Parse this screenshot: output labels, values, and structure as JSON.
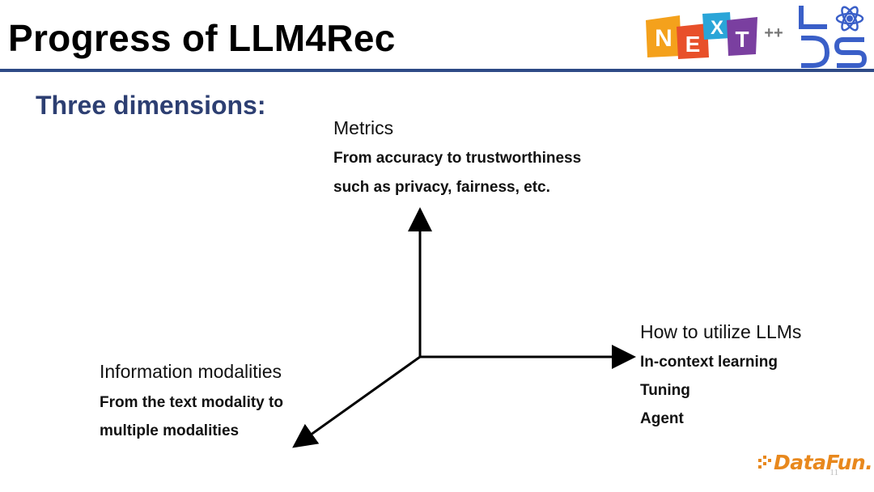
{
  "slide": {
    "title": "Progress of LLM4Rec",
    "subtitle": "Three dimensions:",
    "page_number": "11"
  },
  "logos": {
    "next_letters": [
      "N",
      "E",
      "X",
      "T"
    ],
    "next_suffix": "++",
    "lds_letters": "LDS",
    "datafun": "DataFun."
  },
  "diagram": {
    "up_axis": {
      "title": "Metrics",
      "lines": [
        "From accuracy to trustworthiness",
        "such as privacy, fairness, etc."
      ]
    },
    "right_axis": {
      "title": "How to utilize LLMs",
      "lines": [
        "In-context learning",
        "Tuning",
        "Agent"
      ]
    },
    "diag_axis": {
      "title": "Information modalities",
      "lines": [
        "From the text modality to",
        "multiple modalities"
      ]
    }
  },
  "colors": {
    "title_rule": "#2e4a86",
    "subtitle": "#2d3f72",
    "next_n": "#f4a11c",
    "next_e": "#e8502a",
    "next_x": "#2aa5d8",
    "next_t": "#7a3fa0",
    "lds_blue": "#3a5fc8",
    "datafun_orange": "#e8881d"
  }
}
